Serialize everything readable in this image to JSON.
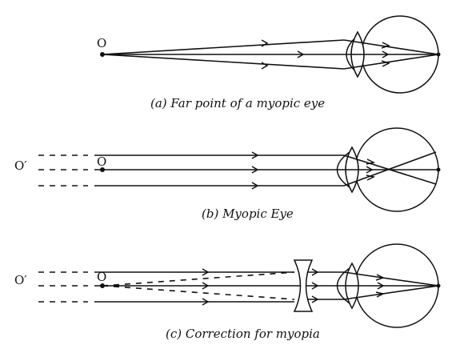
{
  "panels": [
    {
      "caption": "(a) Far point of a myopic eye",
      "point_label": "O"
    },
    {
      "caption": "(b) Myopic Eye",
      "point_label": "O",
      "far_label": "O′"
    },
    {
      "caption": "(c) Correction for myopia",
      "point_label": "O",
      "far_label": "O′"
    }
  ]
}
